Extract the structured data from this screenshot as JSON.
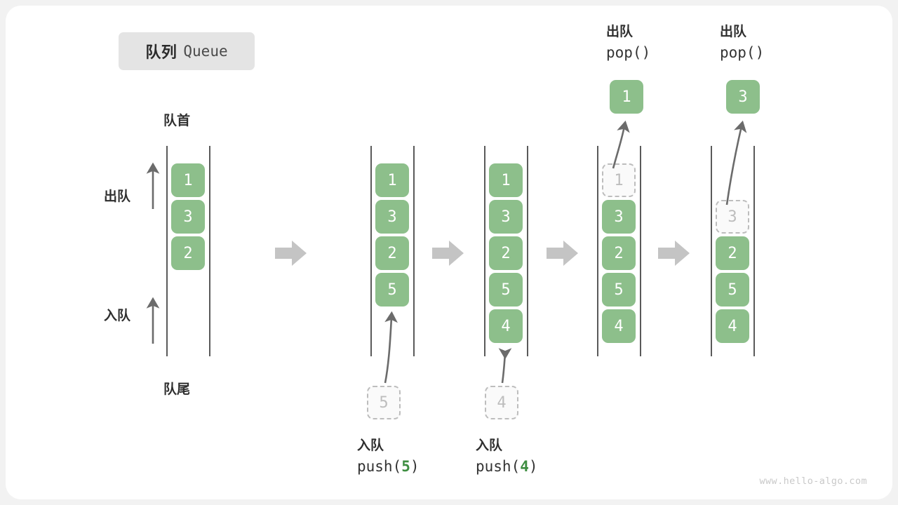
{
  "title": {
    "cn": "队列",
    "en": "Queue"
  },
  "labels": {
    "head": "队首",
    "tail": "队尾",
    "dequeue": "出队",
    "enqueue": "入队"
  },
  "watermark": "www.hello-algo.com",
  "colors": {
    "cell_fill": "#8dbf8b",
    "cell_text": "#ffffff",
    "ghost_border": "#bdbdbd",
    "ghost_text": "#bdbdbd",
    "rail": "#5a5a5a",
    "arrow": "#6b6b6b",
    "step_arrow": "#c4c4c4",
    "badge_bg": "#e4e4e4",
    "accent_green": "#3e8e41"
  },
  "side_arrows": [
    {
      "name": "dequeue",
      "label": "出队"
    },
    {
      "name": "enqueue",
      "label": "入队"
    }
  ],
  "stages": [
    {
      "id": "initial",
      "cells": [
        "1",
        "3",
        "2"
      ],
      "ghost": null,
      "popped": null,
      "op_cn": null,
      "op_code": null
    },
    {
      "id": "push-5",
      "cells": [
        "1",
        "3",
        "2",
        "5"
      ],
      "ghost": "5",
      "popped": null,
      "op_cn": "入队",
      "op_code_prefix": "push(",
      "op_arg": "5",
      "op_code_suffix": ")"
    },
    {
      "id": "push-4",
      "cells": [
        "1",
        "3",
        "2",
        "5",
        "4"
      ],
      "ghost": "4",
      "popped": null,
      "op_cn": "入队",
      "op_code_prefix": "push(",
      "op_arg": "4",
      "op_code_suffix": ")"
    },
    {
      "id": "pop-1",
      "cells": [
        "3",
        "2",
        "5",
        "4"
      ],
      "ghost": "1",
      "popped": "1",
      "op_cn": "出队",
      "op_code_prefix": "pop(",
      "op_arg": "",
      "op_code_suffix": ")"
    },
    {
      "id": "pop-3",
      "cells": [
        "2",
        "5",
        "4"
      ],
      "ghost": "3",
      "popped": "3",
      "op_cn": "出队",
      "op_code_prefix": "pop(",
      "op_arg": "",
      "op_code_suffix": ")"
    }
  ]
}
